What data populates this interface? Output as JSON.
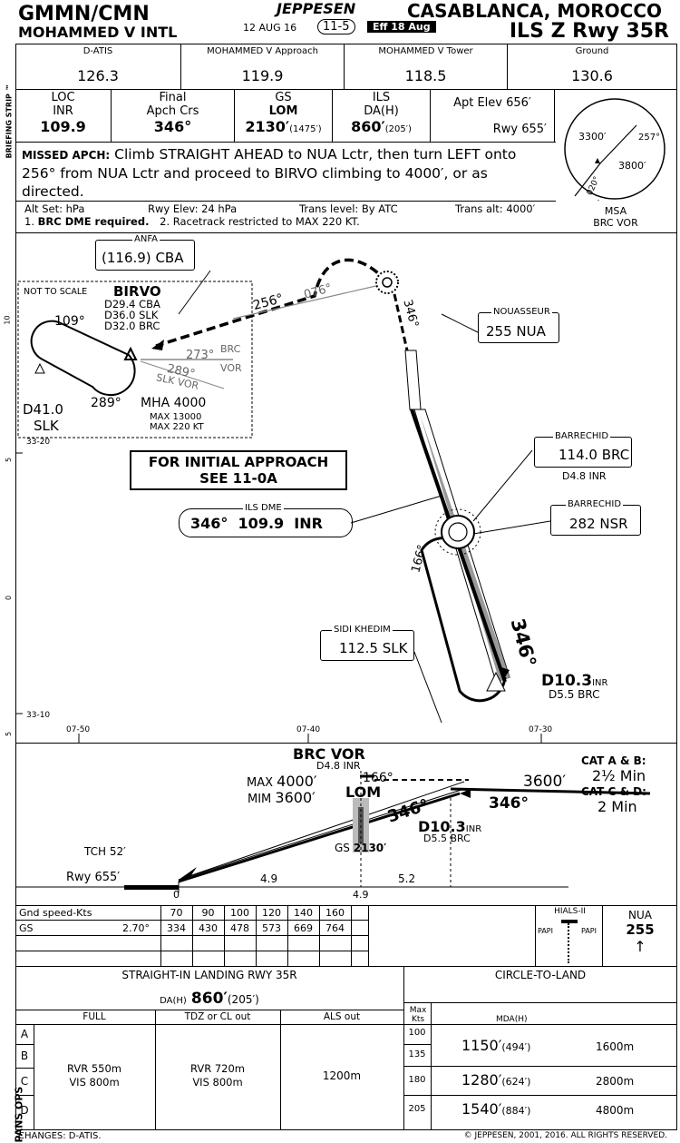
{
  "header": {
    "icao": "GMMN/CMN",
    "airport": "MOHAMMED V INTL",
    "date": "12 AUG 16",
    "page": "11-5",
    "eff": "Eff 18 Aug",
    "publisher": "JEPPESEN",
    "city": "CASABLANCA, MOROCCO",
    "procedure": "ILS Z Rwy 35R",
    "strip_label": "BRIEFING STRIP ™"
  },
  "comms": [
    {
      "name": "D-ATIS",
      "freq": "126.3"
    },
    {
      "name": "MOHAMMED V Approach",
      "freq": "119.9"
    },
    {
      "name": "MOHAMMED V Tower",
      "freq": "118.5"
    },
    {
      "name": "Ground",
      "freq": "130.6"
    }
  ],
  "info": {
    "loc_label": "LOC",
    "loc_id": "INR",
    "loc_freq": "109.9",
    "crs_label1": "Final",
    "crs_label2": "Apch Crs",
    "crs": "346°",
    "gs_label": "GS",
    "gs_fix": "LOM",
    "gs_alt": "2130′",
    "gs_hat": "(1475′)",
    "ils_label": "ILS",
    "da_label": "DA(H)",
    "da": "860′",
    "dah": "(205′)",
    "apt_elev": "Apt Elev 656′",
    "rwy_elev": "Rwy 655′"
  },
  "msa": {
    "label": "MSA",
    "ref": "BRC VOR",
    "alt_nw": "3300′",
    "alt_se": "3800′",
    "brg1": "257°",
    "brg2": "020°"
  },
  "missed": {
    "lead": "MISSED APCH:",
    "text": "Climb STRAIGHT AHEAD to NUA Lctr, then turn LEFT onto 256° from NUA Lctr and proceed to BIRVO climbing to 4000′, or as directed."
  },
  "notes": {
    "alt_set": "Alt Set: hPa",
    "rwy_elev": "Rwy Elev: 24 hPa",
    "trans_level": "Trans level: By ATC",
    "trans_alt": "Trans alt: 4000′",
    "note1_num": "1.",
    "note1": "BRC DME required.",
    "note2": "2. Racetrack restricted to MAX 220 KT."
  },
  "plan": {
    "not_to_scale": "NOT TO SCALE",
    "anfa_name": "ANFA",
    "anfa_freq": "(116.9)",
    "anfa_id": "CBA",
    "birvo": "BIRVO",
    "birvo_d1": "D29.4 CBA",
    "birvo_d2": "D36.0 SLK",
    "birvo_d3": "D32.0 BRC",
    "hold_inbound": "109°",
    "hold_outbound": "289°",
    "radial_273": "273°",
    "radial_273_src1": "BRC",
    "radial_273_src2": "VOR",
    "radial_289": "289°",
    "radial_289_src": "SLK VOR",
    "mha": "MHA 4000",
    "mha_max1": "MAX 13000",
    "mha_max2": "MAX 220 KT",
    "d41": "D41.0",
    "slk": "SLK",
    "trk_256": "256°",
    "trk_076": "076°",
    "trk_346": "346°",
    "trk_166": "166°",
    "nuasseur_name": "NOUASSEUR",
    "nuasseur": "255 NUA",
    "initial1": "FOR INITIAL APPROACH",
    "initial2": "SEE 11-0A",
    "ils_dme_label": "ILS DME",
    "ils_dme_crs": "346°",
    "ils_dme_freq": "109.9",
    "ils_dme_id": "INR",
    "barr1_name": "BARRECHID",
    "barr1_freq": "114.0",
    "barr1_id": "BRC",
    "barr1_dist": "D4.8 INR",
    "barr2_name": "BARRECHID",
    "barr2": "282 NSR",
    "sidi_name": "SIDI KHEDIM",
    "sidi_freq": "112.5",
    "sidi_id": "SLK",
    "final_crs": "346°",
    "d103": "D10.3",
    "d103_src": "INR",
    "d55": "D5.5 BRC",
    "lat_33_20": "33-20",
    "lat_33_10": "33-10",
    "lon_0750": "07-50",
    "lon_0740": "07-40",
    "lon_0730": "07-30",
    "lat_ticks": [
      "10",
      "5",
      "0",
      "5"
    ]
  },
  "profile": {
    "brc_vor": "BRC VOR",
    "brc_d48": "D4.8 INR",
    "max_label": "MAX",
    "max_alt": "4000′",
    "mim_label": "MIM",
    "mim_alt": "3600′",
    "trk_166": "166°",
    "alt_3600": "3600′",
    "lom": "LOM",
    "crs_346a": "346°",
    "crs_346b": "346°",
    "d103": "D10.3",
    "d103_src": "INR",
    "d55": "D5.5 BRC",
    "tch": "TCH 52′",
    "gs_label": "GS",
    "gs_alt": "2130′",
    "rwy": "Rwy 655′",
    "zero": "0",
    "dist_49a": "4.9",
    "dist_52": "5.2",
    "dist_49b": "4.9",
    "cat_ab": "CAT A & B:",
    "cat_ab_time": "2½ Min",
    "cat_cd": "CAT C & D:",
    "cat_cd_time": "2 Min"
  },
  "speed_table": {
    "header": "Gnd speed-Kts",
    "speeds": [
      "70",
      "90",
      "100",
      "120",
      "140",
      "160"
    ],
    "row_label": "GS",
    "angle": "2.70°",
    "values": [
      "334",
      "430",
      "478",
      "573",
      "669",
      "764"
    ]
  },
  "lights": {
    "label": "HIALS-II",
    "papi_l": "PAPI",
    "papi_r": "PAPI",
    "nua_label": "NUA",
    "nua_val": "255"
  },
  "minimums": {
    "straight_title": "STRAIGHT-IN LANDING RWY 35R",
    "da_label": "DA(H)",
    "da": "860′",
    "dah": "(205′)",
    "col_full": "FULL",
    "col_tdz": "TDZ or CL out",
    "col_als": "ALS out",
    "cats": [
      "A",
      "B",
      "C",
      "D"
    ],
    "full_rvr": "RVR 550m",
    "full_vis": "VIS 800m",
    "tdz_rvr": "RVR 720m",
    "tdz_vis": "VIS 800m",
    "als": "1200m",
    "ctl_title": "CIRCLE-TO-LAND",
    "max_kts_label1": "Max",
    "max_kts_label2": "Kts",
    "mda_label": "MDA(H)",
    "ctl_rows": [
      {
        "kts": "100",
        "mda": "",
        "mdah": "",
        "vis": ""
      },
      {
        "kts": "135",
        "mda": "1150′",
        "mdah": "(494′)",
        "vis": "1600m"
      },
      {
        "kts": "180",
        "mda": "1280′",
        "mdah": "(624′)",
        "vis": "2800m"
      },
      {
        "kts": "205",
        "mda": "1540′",
        "mdah": "(884′)",
        "vis": "4800m"
      }
    ],
    "pans_ops": "PANS OPS"
  },
  "footer": {
    "changes": "CHANGES:  D-ATIS.",
    "copyright": "© JEPPESEN, 2001, 2016. ALL RIGHTS RESERVED."
  }
}
